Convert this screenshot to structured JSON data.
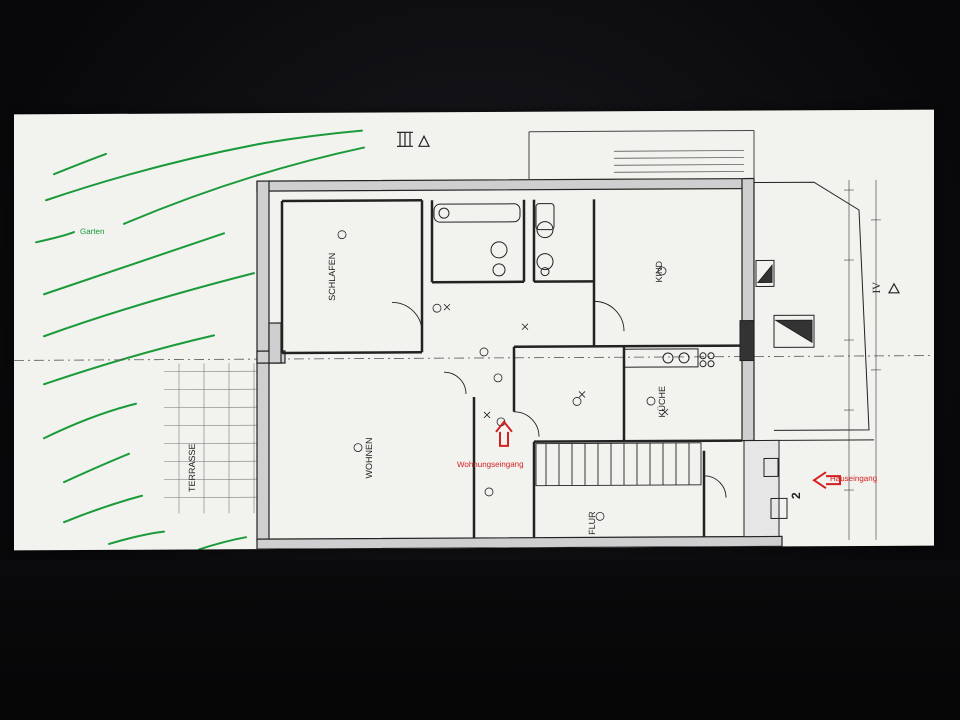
{
  "plan": {
    "garden": "Garten",
    "terrace": "TERRASSE",
    "rooms": {
      "schlafen": "SCHLAFEN",
      "wohnen": "WOHNEN",
      "kueche": "KÜCHE",
      "flur": "FLUR",
      "kind": "KIND"
    },
    "entrances": {
      "apartment": "Wohnungseingang",
      "house": "Hauseingang"
    },
    "marks": {
      "level_top": "III",
      "level_right": "IV",
      "stair_no": "2"
    }
  },
  "colors": {
    "paper": "#f2f3ee",
    "ink": "#222222",
    "garden_green": "#1a9a3a",
    "arrow_red": "#d42020"
  }
}
